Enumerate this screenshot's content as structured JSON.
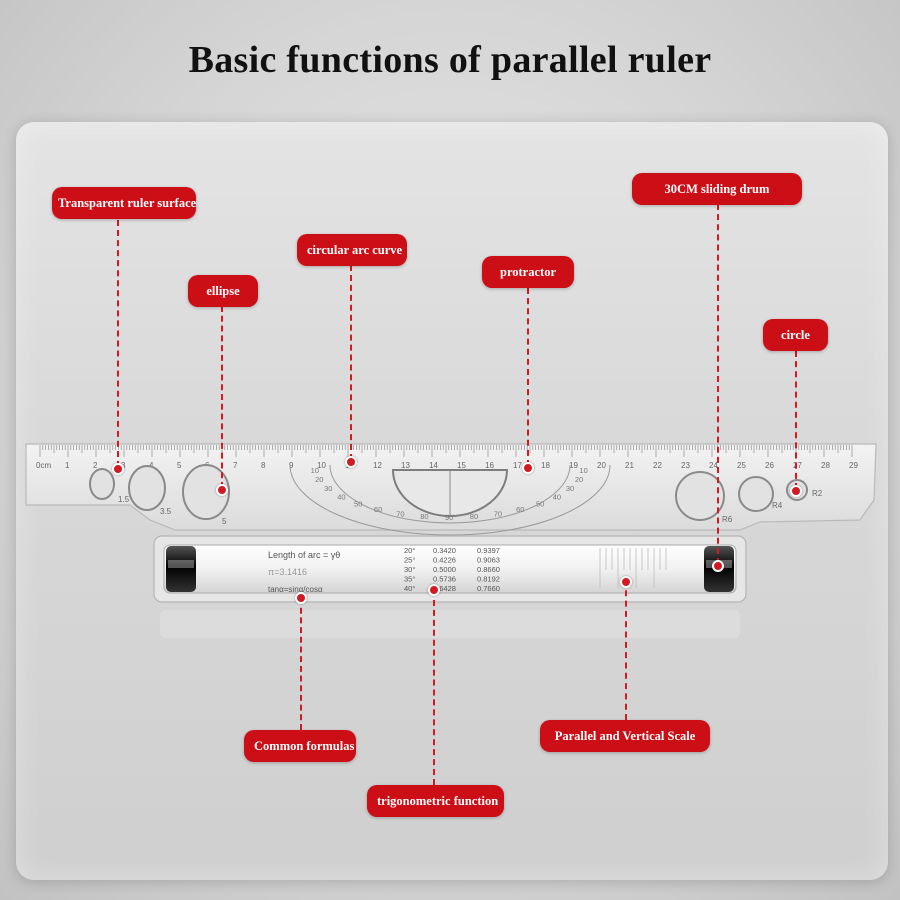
{
  "title": "Basic functions of parallel ruler",
  "labels": {
    "transparent_surface": "Transparent ruler surface",
    "sliding_drum": "30CM sliding drum",
    "circular_arc": "circular arc curve",
    "protractor": "protractor",
    "ellipse": "ellipse",
    "circle": "circle",
    "common_formulas": "Common formulas",
    "parallel_vertical_scale": "Parallel and Vertical Scale",
    "trig_function": "trigonometric function"
  },
  "ruler": {
    "start_mark": "0cm",
    "cm_numbers": [
      "1",
      "2",
      "3",
      "4",
      "5",
      "6",
      "7",
      "8",
      "9",
      "10",
      "11",
      "12",
      "13",
      "14",
      "15",
      "16",
      "17",
      "18",
      "19",
      "20",
      "21",
      "22",
      "23",
      "24",
      "25",
      "26",
      "27",
      "28",
      "29"
    ],
    "angle_numbers": [
      "10",
      "20",
      "30",
      "40",
      "50",
      "60",
      "70",
      "80",
      "90",
      "80",
      "70",
      "60",
      "50",
      "40",
      "30",
      "20",
      "10"
    ],
    "ellipse_marks": [
      "1.5",
      "3.5",
      "5"
    ],
    "radius_marks": [
      "R6",
      "R4",
      "R2"
    ]
  },
  "drum": {
    "formula_1": "Length of arc = γθ",
    "formula_2": "π=3.1416",
    "formula_3": "tanα=sinα/cosα",
    "trig_angles": [
      "20°",
      "25°",
      "30°",
      "35°",
      "40°"
    ],
    "trig_sin": [
      "0.3420",
      "0.4226",
      "0.5000",
      "0.5736",
      "0.6428"
    ],
    "trig_cos": [
      "0.9397",
      "0.9063",
      "0.8660",
      "0.8192",
      "0.7660"
    ]
  },
  "colors": {
    "label_bg": "#cc0e17",
    "leader": "#d11a22",
    "title": "#111111"
  }
}
